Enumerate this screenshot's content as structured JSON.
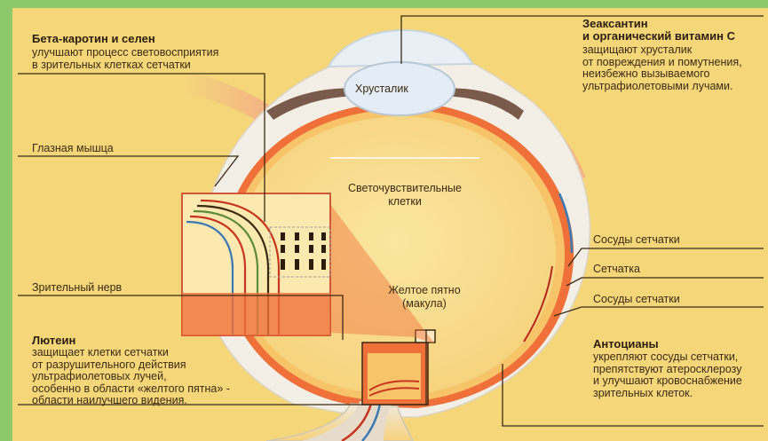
{
  "colors": {
    "background": "#f5d77a",
    "frame_green": "#8cc86a",
    "sclera": "#f3efe6",
    "retina_orange": "#f0703a",
    "lens": "#e4edf5",
    "heading_red": "#b8451a"
  },
  "labels": {
    "lens": "Хрусталик",
    "eye_muscle": "Глазная мышца",
    "photoreceptors": "Светочувствительные\nклетки",
    "optic_nerve": "Зрительный нерв",
    "macula": "Желтое пятно\n(макула)",
    "retina_vessels_1": "Сосуды сетчатки",
    "retina": "Сетчатка",
    "retina_vessels_2": "Сосуды сетчатки"
  },
  "nutrients": {
    "beta_carotene": {
      "title": "Бета-каротин и селен",
      "text": "улучшают процесс световосприятия\nв зрительных клетках сетчатки"
    },
    "zeaxanthin": {
      "title": "Зеаксантин\nи органический витамин С",
      "text": "защищают хрусталик\nот повреждения и помутнения,\nнеизбежно вызываемого\nультрафиолетовыми лучами."
    },
    "lutein": {
      "title": "Лютеин",
      "text": "защищает клетки сетчатки\nот разрушительного действия\nультрафиолетовых лучей,\nособенно в области «желтого пятна» -\nобласти наилучшего видения."
    },
    "anthocyanins": {
      "title": "Антоцианы",
      "text": "укрепляют сосуды сетчатки,\nпрепятствуют атеросклерозу\nи улучшают кровоснабжение\nзрительных клеток."
    }
  }
}
